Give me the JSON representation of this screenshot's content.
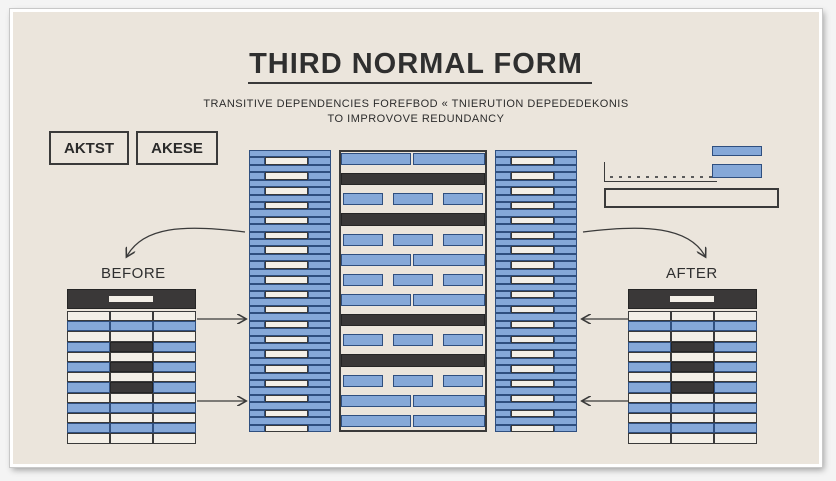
{
  "title": "THIRD NORMAL FORM",
  "subtitle_line1": "TRANSITIVE DEPENDENCIES FOREFBOD « TNIERUTION DEPEDEDEKONIS",
  "subtitle_line2": "TO IMPROVOVE REDUNDANCY",
  "badges": [
    "AKTST",
    "AKESE"
  ],
  "labels": {
    "before": "BEFORE",
    "after": "AFTER"
  },
  "colors": {
    "background": "#ebe5dc",
    "blue": "#85a8d8",
    "dark": "#3a3838",
    "outline": "#3a3a3a"
  }
}
